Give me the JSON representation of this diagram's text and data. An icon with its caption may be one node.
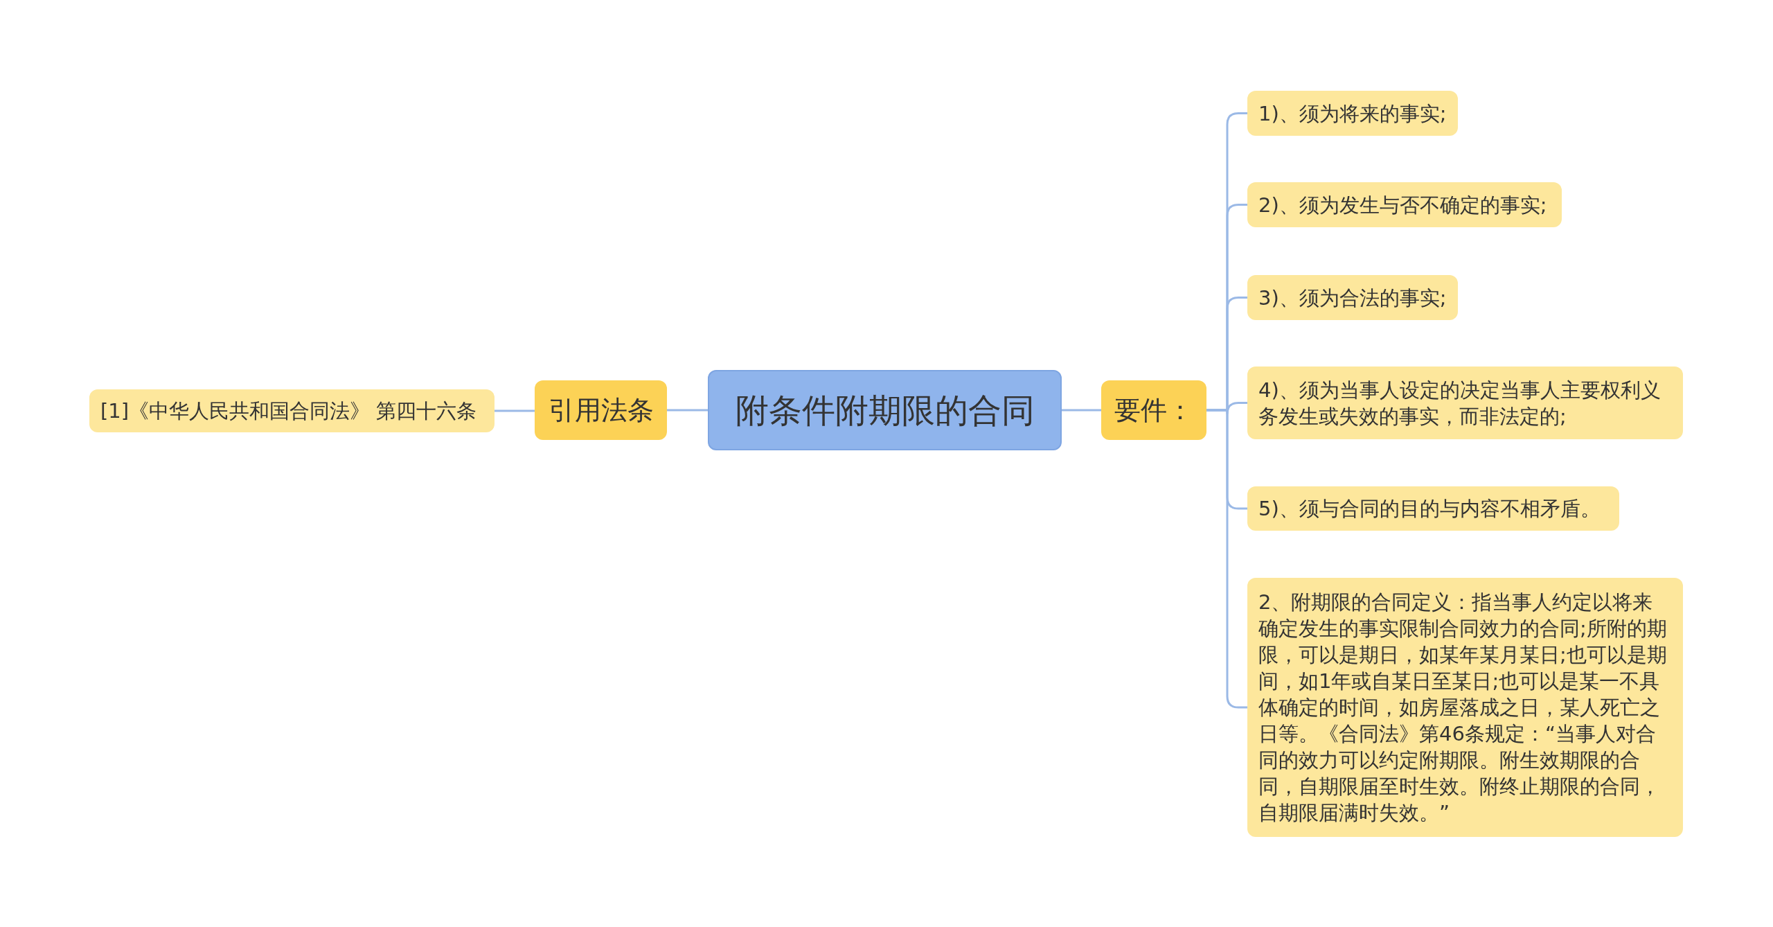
{
  "diagram": {
    "nodes": [
      {
        "text": [
          "附条件附期限的合同"
        ]
      },
      {
        "text": [
          "引用法条"
        ]
      },
      {
        "text": [
          "[1]《中华人民共和国合同法》 第四十六条"
        ]
      },
      {
        "text": [
          "要件："
        ]
      },
      {
        "text": [
          "1)、须为将来的事实;"
        ]
      },
      {
        "text": [
          "2)、须为发生与否不确定的事实;"
        ]
      },
      {
        "text": [
          "3)、须为合法的事实;"
        ]
      },
      {
        "text": [
          "4)、须为当事人设定的决定当事人主要权利义务发生或失效的事实，而非法定的;"
        ]
      },
      {
        "text": [
          "5)、须与合同的目的与内容不相矛盾。"
        ]
      },
      {
        "text": [
          "2、附期限的合同定义：指当事人约定以将来确定发生的事实限制合同效力的合同;所附的期限，可以是期日，如某年某月某日;也可以是期间，如1年或自某日至某日;也可以是某一不具体确定的时间，如房屋落成之日，某人死亡之日等。《合同法》第46条规定：“当事人对合同的效力可以约定附期限。附生效期限的合同，自期限届至时生效。附终止期限的合同，自期限届满时失效。”"
        ]
      }
    ],
    "edges": [
      {
        "from": 0,
        "to": 1,
        "arrow": "none"
      },
      {
        "from": 1,
        "to": 2,
        "arrow": "none"
      },
      {
        "from": 0,
        "to": 3,
        "arrow": "none"
      },
      {
        "from": 3,
        "to": 4,
        "arrow": "none"
      },
      {
        "from": 3,
        "to": 5,
        "arrow": "none"
      },
      {
        "from": 3,
        "to": 6,
        "arrow": "none"
      },
      {
        "from": 3,
        "to": 7,
        "arrow": "none"
      },
      {
        "from": 3,
        "to": 8,
        "arrow": "none"
      },
      {
        "from": 3,
        "to": 9,
        "arrow": "none"
      }
    ]
  }
}
